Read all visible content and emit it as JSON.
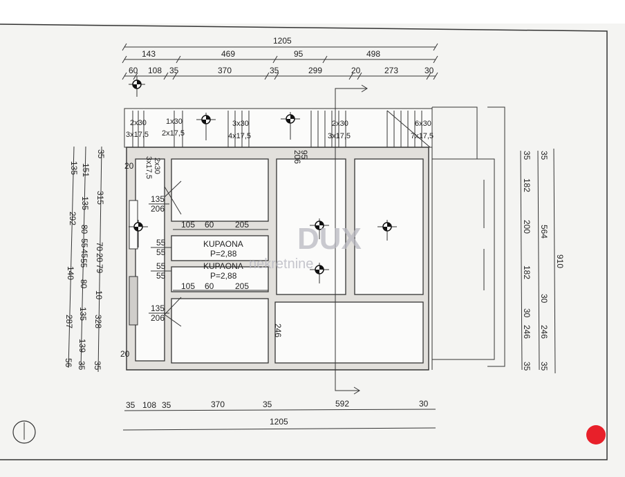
{
  "plan": {
    "watermark": {
      "brand": "DUX",
      "sub": "nekretnine"
    },
    "top_dims": {
      "total": "1205",
      "row2": [
        "143",
        "469",
        "95",
        "498"
      ],
      "row3": [
        "60",
        "108",
        "35",
        "370",
        "35",
        "299",
        "20",
        "273",
        "30"
      ]
    },
    "bottom_dims": {
      "row1": [
        "35",
        "108",
        "35",
        "370",
        "35",
        "592",
        "30"
      ],
      "total": "1205"
    },
    "left_dims": {
      "col_a": [
        "135",
        "292",
        "140",
        "287",
        "56"
      ],
      "col_b": [
        "151",
        "135",
        "80",
        "55",
        "45",
        "55",
        "80",
        "135",
        "139",
        "35"
      ],
      "col_c": [
        "35",
        "315",
        "70",
        "20",
        "79",
        "10",
        "328",
        "35"
      ]
    },
    "right_dims": {
      "col_a": [
        "35",
        "182",
        "200",
        "182",
        "30",
        "246",
        "35"
      ],
      "col_b": [
        "35",
        "564",
        "30",
        "246",
        "35"
      ],
      "col_c": [
        "910"
      ]
    },
    "stairs": [
      {
        "rise": "2x30",
        "run": "3x17,5"
      },
      {
        "rise": "1x30",
        "run": "2x17,5"
      },
      {
        "rise": "3x30",
        "run": "4x17,5"
      },
      {
        "rise": "2x30",
        "run": "3x17,5"
      },
      {
        "rise": "6x30",
        "run": "7x17,5"
      },
      {
        "rise": "2x30",
        "run": "3x17,5"
      }
    ],
    "openings": {
      "door_top": {
        "w": "135",
        "h": "206"
      },
      "door_bottom": {
        "w": "135",
        "h": "206"
      },
      "entry": {
        "w": "95",
        "h": "206"
      },
      "win1": {
        "w": "55",
        "h": "55"
      },
      "win2": {
        "w": "55",
        "h": "55"
      }
    },
    "inner_dims": {
      "upper": [
        "105",
        "60",
        "205"
      ],
      "lower": [
        "105",
        "60",
        "205"
      ],
      "wall_246": "246",
      "left_20_top": "20",
      "left_20_bottom": "20"
    },
    "rooms": [
      {
        "name": "KUPAONA",
        "area": "P=2,88"
      },
      {
        "name": "KUPAONA",
        "area": "P=2,88"
      }
    ]
  },
  "colors": {
    "marker": "#e8202a",
    "wall": "#e2e0dc",
    "line": "#333333"
  }
}
